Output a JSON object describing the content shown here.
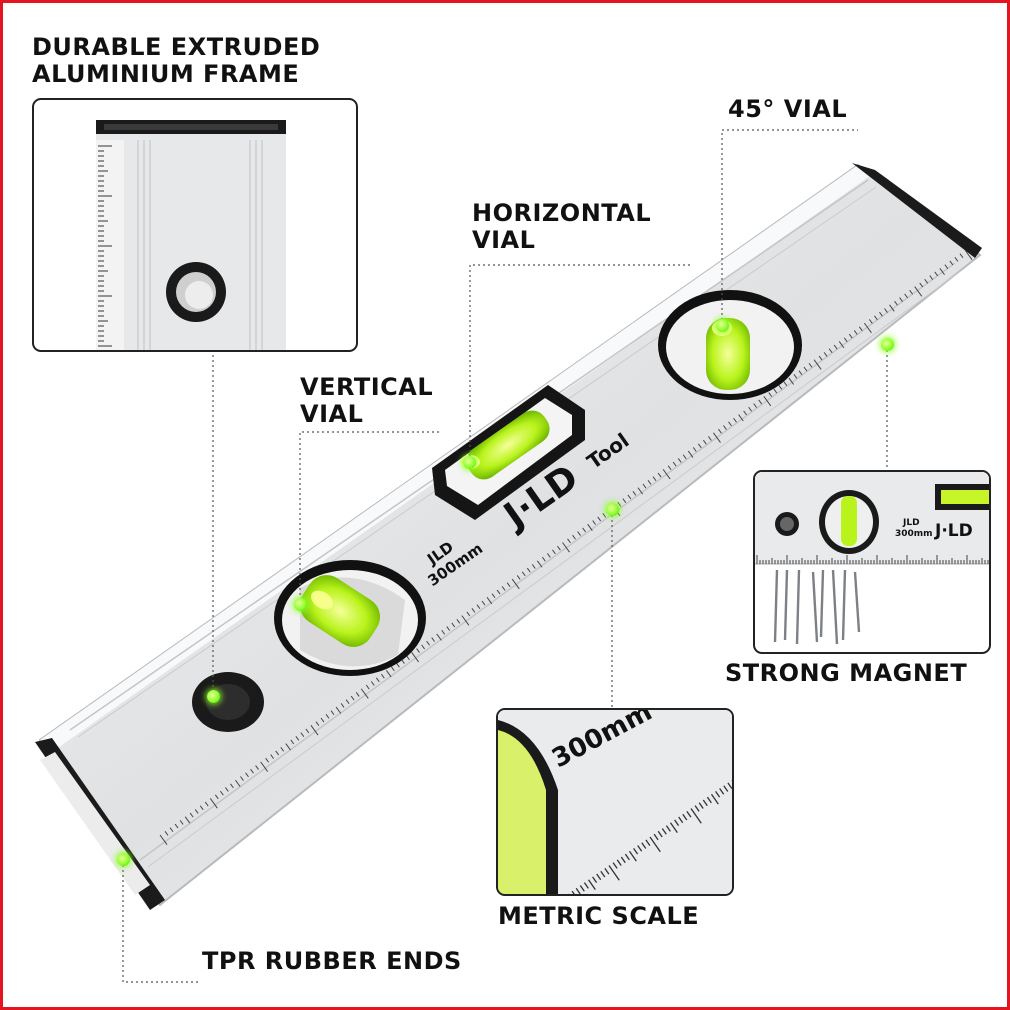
{
  "labels": {
    "frame": "DURABLE EXTRUDED\nALUMINIUM FRAME",
    "vial45": "45° VIAL",
    "horizontal": "HORIZONTAL\nVIAL",
    "vertical": "VERTICAL\nVIAL",
    "magnet": "STRONG MAGNET",
    "metric": "METRIC SCALE",
    "rubber": "TPR RUBBER ENDS"
  },
  "product": {
    "brand": "J·LD",
    "brand_suffix": "Tool",
    "model_line1": "JLD",
    "model_line2": "300mm"
  },
  "colors": {
    "frame_border": "#e3161f",
    "vial_green": "#b9f31c",
    "callout_dot": "#8cff2a",
    "aluminium": "#e4e6e8"
  },
  "icons": [
    "callout-dot-icon"
  ]
}
